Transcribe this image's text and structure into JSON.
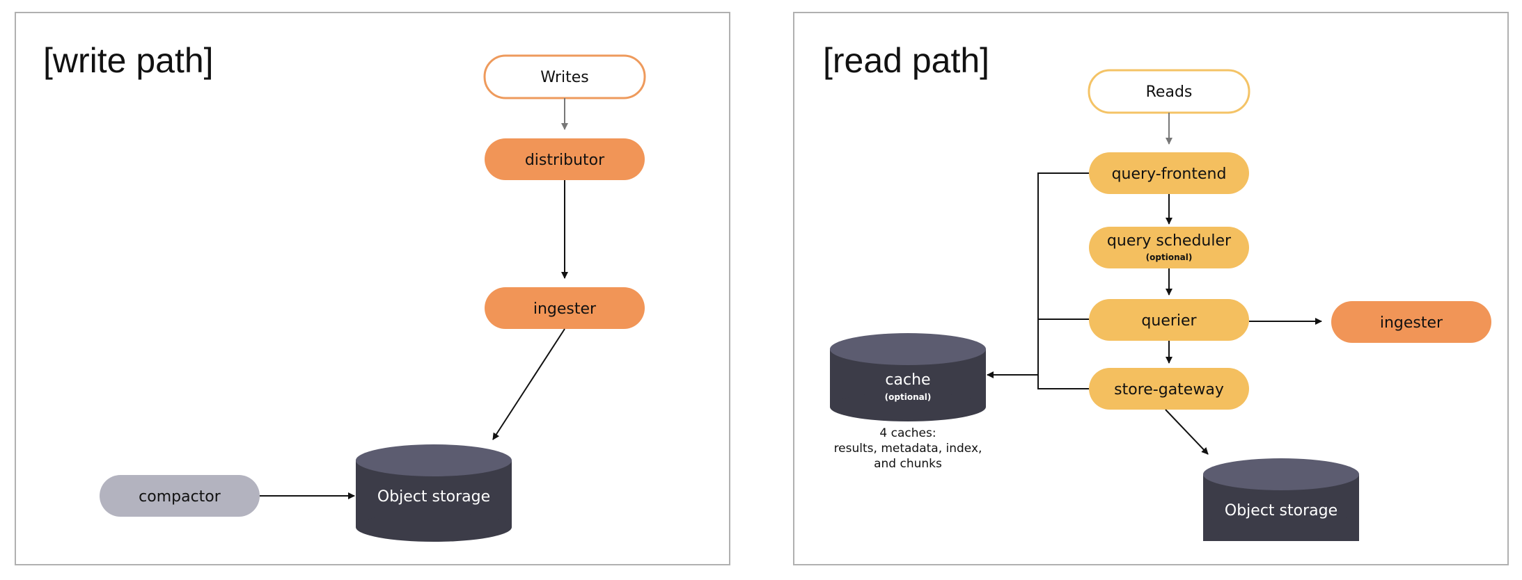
{
  "write_panel": {
    "title": "[write path]",
    "nodes": {
      "writes": "Writes",
      "distributor": "distributor",
      "ingester": "ingester",
      "compactor": "compactor",
      "object_storage": "Object storage"
    }
  },
  "read_panel": {
    "title": "[read path]",
    "nodes": {
      "reads": "Reads",
      "query_frontend": "query-frontend",
      "query_scheduler": "query scheduler",
      "query_scheduler_sub": "(optional)",
      "querier": "querier",
      "ingester": "ingester",
      "store_gateway": "store-gateway",
      "cache": "cache",
      "cache_sub": "(optional)",
      "object_storage": "Object storage"
    },
    "cache_note": {
      "line1": "4 caches:",
      "line2": "results, metadata, index,",
      "line3": "and chunks"
    }
  },
  "colors": {
    "write_orange": "#f19557",
    "write_outline": "#ee9a5c",
    "read_yellow": "#f4bf5f",
    "read_outline": "#f4c366",
    "compactor_gray": "#b3b3bf",
    "storage_body": "#3c3c48",
    "storage_top": "#5c5c70",
    "panel_border": "#b0b0b0"
  }
}
